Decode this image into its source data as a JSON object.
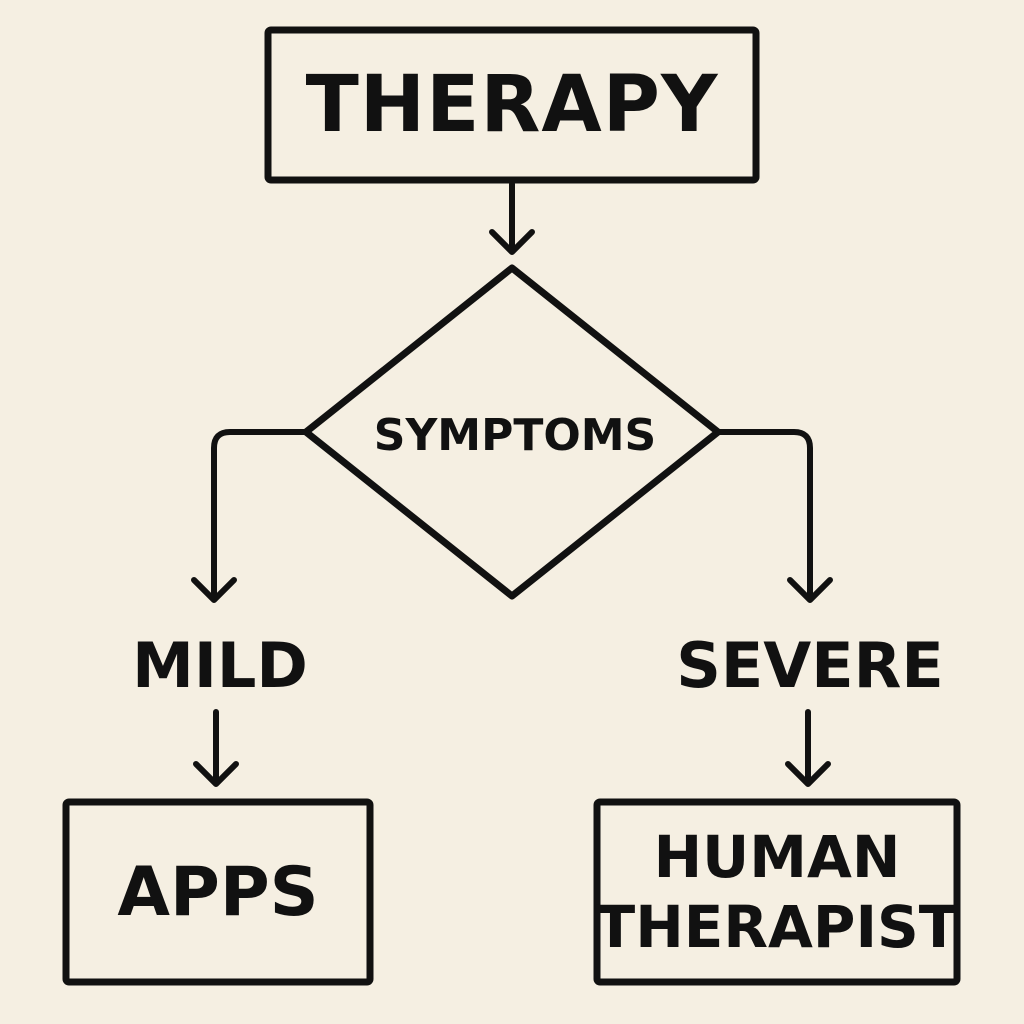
{
  "diagram": {
    "root": {
      "label": "THERAPY"
    },
    "decision": {
      "label": "SYMPTOMS"
    },
    "branches": {
      "left": {
        "label": "MILD",
        "outcome": "APPS"
      },
      "right": {
        "label": "SEVERE",
        "outcome_line1": "HUMAN",
        "outcome_line2": "THERAPIST"
      }
    }
  },
  "colors": {
    "background": "#f5efe2",
    "ink": "#111111"
  }
}
